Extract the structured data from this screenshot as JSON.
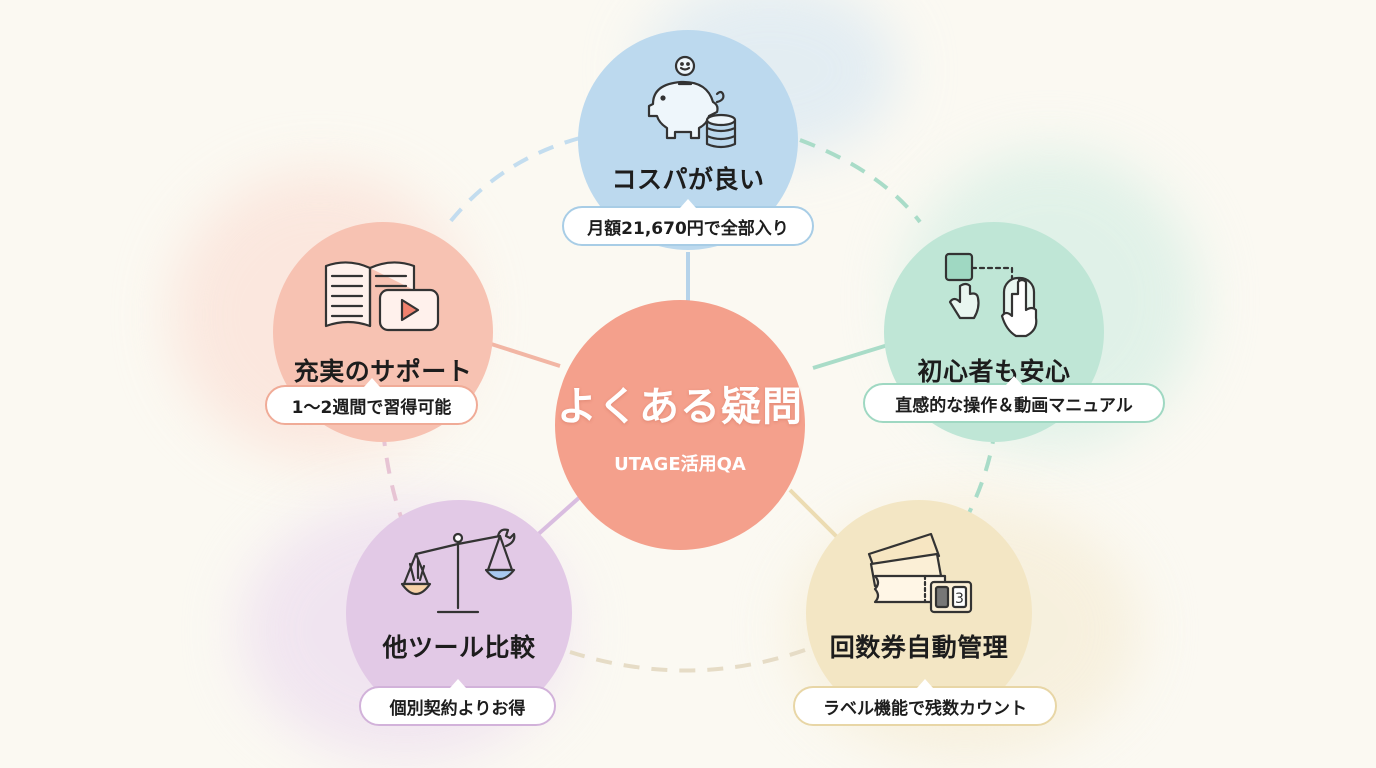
{
  "center": {
    "title": "よくある疑問",
    "subtitle": "UTAGE活用QA"
  },
  "nodes": [
    {
      "id": "cost",
      "title": "コスパが良い",
      "pill": "月額21,670円で全部入り",
      "icon": "piggy-bank-icon",
      "color": "#bcd9ee",
      "border": "#a8cde6",
      "line": "#b5d3ea"
    },
    {
      "id": "beginner",
      "title": "初心者も安心",
      "pill": "直感的な操作＆動画マニュアル",
      "icon": "drag-and-drop-hand-icon",
      "color": "#bfe6d6",
      "border": "#9fd8c2",
      "line": "#a9dcc8"
    },
    {
      "id": "ticket",
      "title": "回数券自動管理",
      "pill": "ラベル機能で残数カウント",
      "icon": "ticket-counter-icon",
      "color": "#f3e6c4",
      "border": "#e8d6a6",
      "line": "#ecdcb2"
    },
    {
      "id": "compare",
      "title": "他ツール比較",
      "pill": "個別契約よりお得",
      "icon": "balance-scale-icon",
      "color": "#e2c9e6",
      "border": "#d2b2da",
      "line": "#d9bde0"
    },
    {
      "id": "support",
      "title": "充実のサポート",
      "pill": "1〜2週間で習得可能",
      "icon": "book-and-video-icon",
      "color": "#f7c2b2",
      "border": "#f0ab97",
      "line": "#f2b6a4"
    }
  ]
}
